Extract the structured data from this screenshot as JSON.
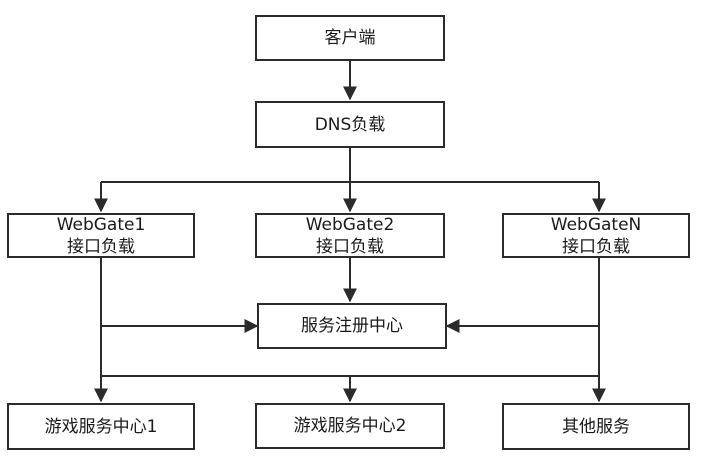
{
  "nodes": {
    "client": {
      "label": "客户端"
    },
    "dns": {
      "label": "DNS负载"
    },
    "webgate1": {
      "line1": "WebGate1",
      "line2": "接口负载"
    },
    "webgate2": {
      "line1": "WebGate2",
      "line2": "接口负载"
    },
    "webgaten": {
      "line1": "WebGateN",
      "line2": "接口负载"
    },
    "registry": {
      "label": "服务注册中心"
    },
    "game1": {
      "label": "游戏服务中心1"
    },
    "game2": {
      "label": "游戏服务中心2"
    },
    "other": {
      "label": "其他服务"
    }
  },
  "edges": [
    {
      "from": "客户端",
      "to": "DNS负载"
    },
    {
      "from": "DNS负载",
      "to": "WebGate1"
    },
    {
      "from": "DNS负载",
      "to": "WebGate2"
    },
    {
      "from": "DNS负载",
      "to": "WebGateN"
    },
    {
      "from": "WebGate1",
      "to": "服务注册中心"
    },
    {
      "from": "WebGate2",
      "to": "服务注册中心"
    },
    {
      "from": "WebGateN",
      "to": "服务注册中心"
    },
    {
      "from": "WebGate1",
      "to": "游戏服务中心1"
    },
    {
      "from": "WebGate1",
      "to": "游戏服务中心2"
    },
    {
      "from": "WebGate1",
      "to": "其他服务"
    }
  ],
  "colors": {
    "stroke": "#2b2b2b",
    "fill": "#ffffff"
  }
}
